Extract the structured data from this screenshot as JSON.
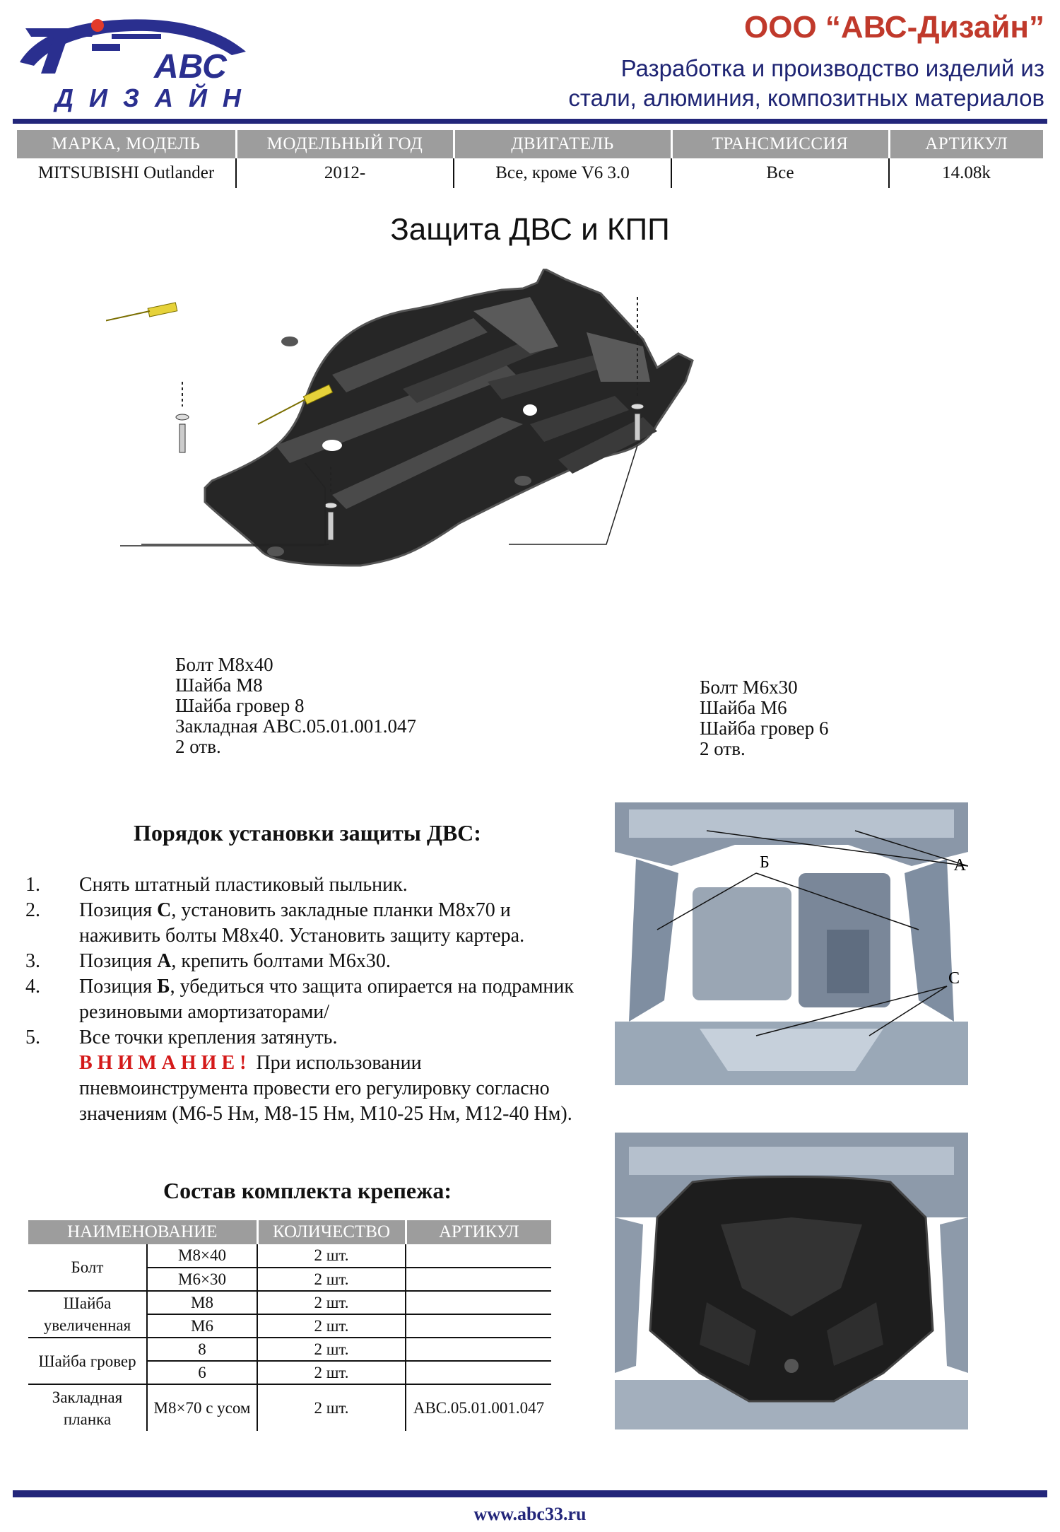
{
  "header": {
    "logo_word": "ДИЗАЙН",
    "logo_abc": "АВС",
    "company_name": "ООО “АВС-Дизайн”",
    "tagline_line1": "Разработка и производство изделий из",
    "tagline_line2": "стали, алюминия, композитных материалов"
  },
  "spec_table": {
    "headers": [
      "МАРКА, МОДЕЛЬ",
      "МОДЕЛЬНЫЙ ГОД",
      "ДВИГАТЕЛЬ",
      "ТРАНСМИССИЯ",
      "АРТИКУЛ"
    ],
    "row": [
      "MITSUBISHI Outlander",
      "2012-",
      "Все, кроме V6  3.0",
      "Все",
      "14.08k"
    ]
  },
  "drawing": {
    "title": "Защита ДВС и КПП",
    "callout_left": [
      "Болт М8х40",
      "Шайба М8",
      "Шайба гровер 8",
      "Закладная АВС.05.01.001.047",
      "2 отв."
    ],
    "callout_right": [
      "Болт М6х30",
      "Шайба М6",
      "Шайба гровер 6",
      "2 отв."
    ]
  },
  "photos": {
    "label_a": "A",
    "label_b": "Б",
    "label_c": "C"
  },
  "instructions": {
    "title": "Порядок установки защиты ДВС:",
    "steps": [
      {
        "num": "1.",
        "text": "Снять штатный пластиковый пыльник."
      },
      {
        "num": "2.",
        "pre": "Позиция ",
        "bold": "С",
        "post": ", установить закладные планки М8х70 и наживить болты М8х40. Установить защиту картера."
      },
      {
        "num": "3.",
        "pre": "Позиция ",
        "bold": "А",
        "post": ", крепить болтами М6х30."
      },
      {
        "num": "4.",
        "pre": "Позиция ",
        "bold": "Б",
        "post": ", убедиться что защита опирается на подрамник резиновыми амортизаторами/"
      },
      {
        "num": "5.",
        "text": "Все точки крепления затянуть."
      }
    ],
    "warning_label": "ВНИМАНИЕ!",
    "warning_text": " При использовании пневмоинструмента провести его регулировку согласно значениям (М6-5 Нм,    М8-15 Нм, М10-25 Нм, М12-40 Нм)."
  },
  "kit": {
    "title": "Состав комплекта крепежа:",
    "headers": [
      "НАИМЕНОВАНИЕ",
      "",
      "КОЛИЧЕСТВО",
      "АРТИКУЛ"
    ],
    "groups": [
      {
        "name": "Болт",
        "rows": [
          [
            "М8×40",
            "2 шт.",
            ""
          ],
          [
            "М6×30",
            "2 шт.",
            ""
          ]
        ]
      },
      {
        "name": "Шайба увеличенная",
        "rows": [
          [
            "М8",
            "2 шт.",
            ""
          ],
          [
            "М6",
            "2 шт.",
            ""
          ]
        ]
      },
      {
        "name": "Шайба гровер",
        "rows": [
          [
            "8",
            "2 шт.",
            ""
          ],
          [
            "6",
            "2 шт.",
            ""
          ]
        ]
      },
      {
        "name": "Закладная планка",
        "rows": [
          [
            "М8×70 с усом",
            "2 шт.",
            "АВС.05.01.001.047"
          ]
        ]
      }
    ]
  },
  "footer": {
    "url": "www.abc33.ru"
  },
  "colors": {
    "brand_blue": "#23267a",
    "brand_red": "#c0392b",
    "header_gray": "#9d9d9d",
    "warning_red": "#d41919"
  }
}
